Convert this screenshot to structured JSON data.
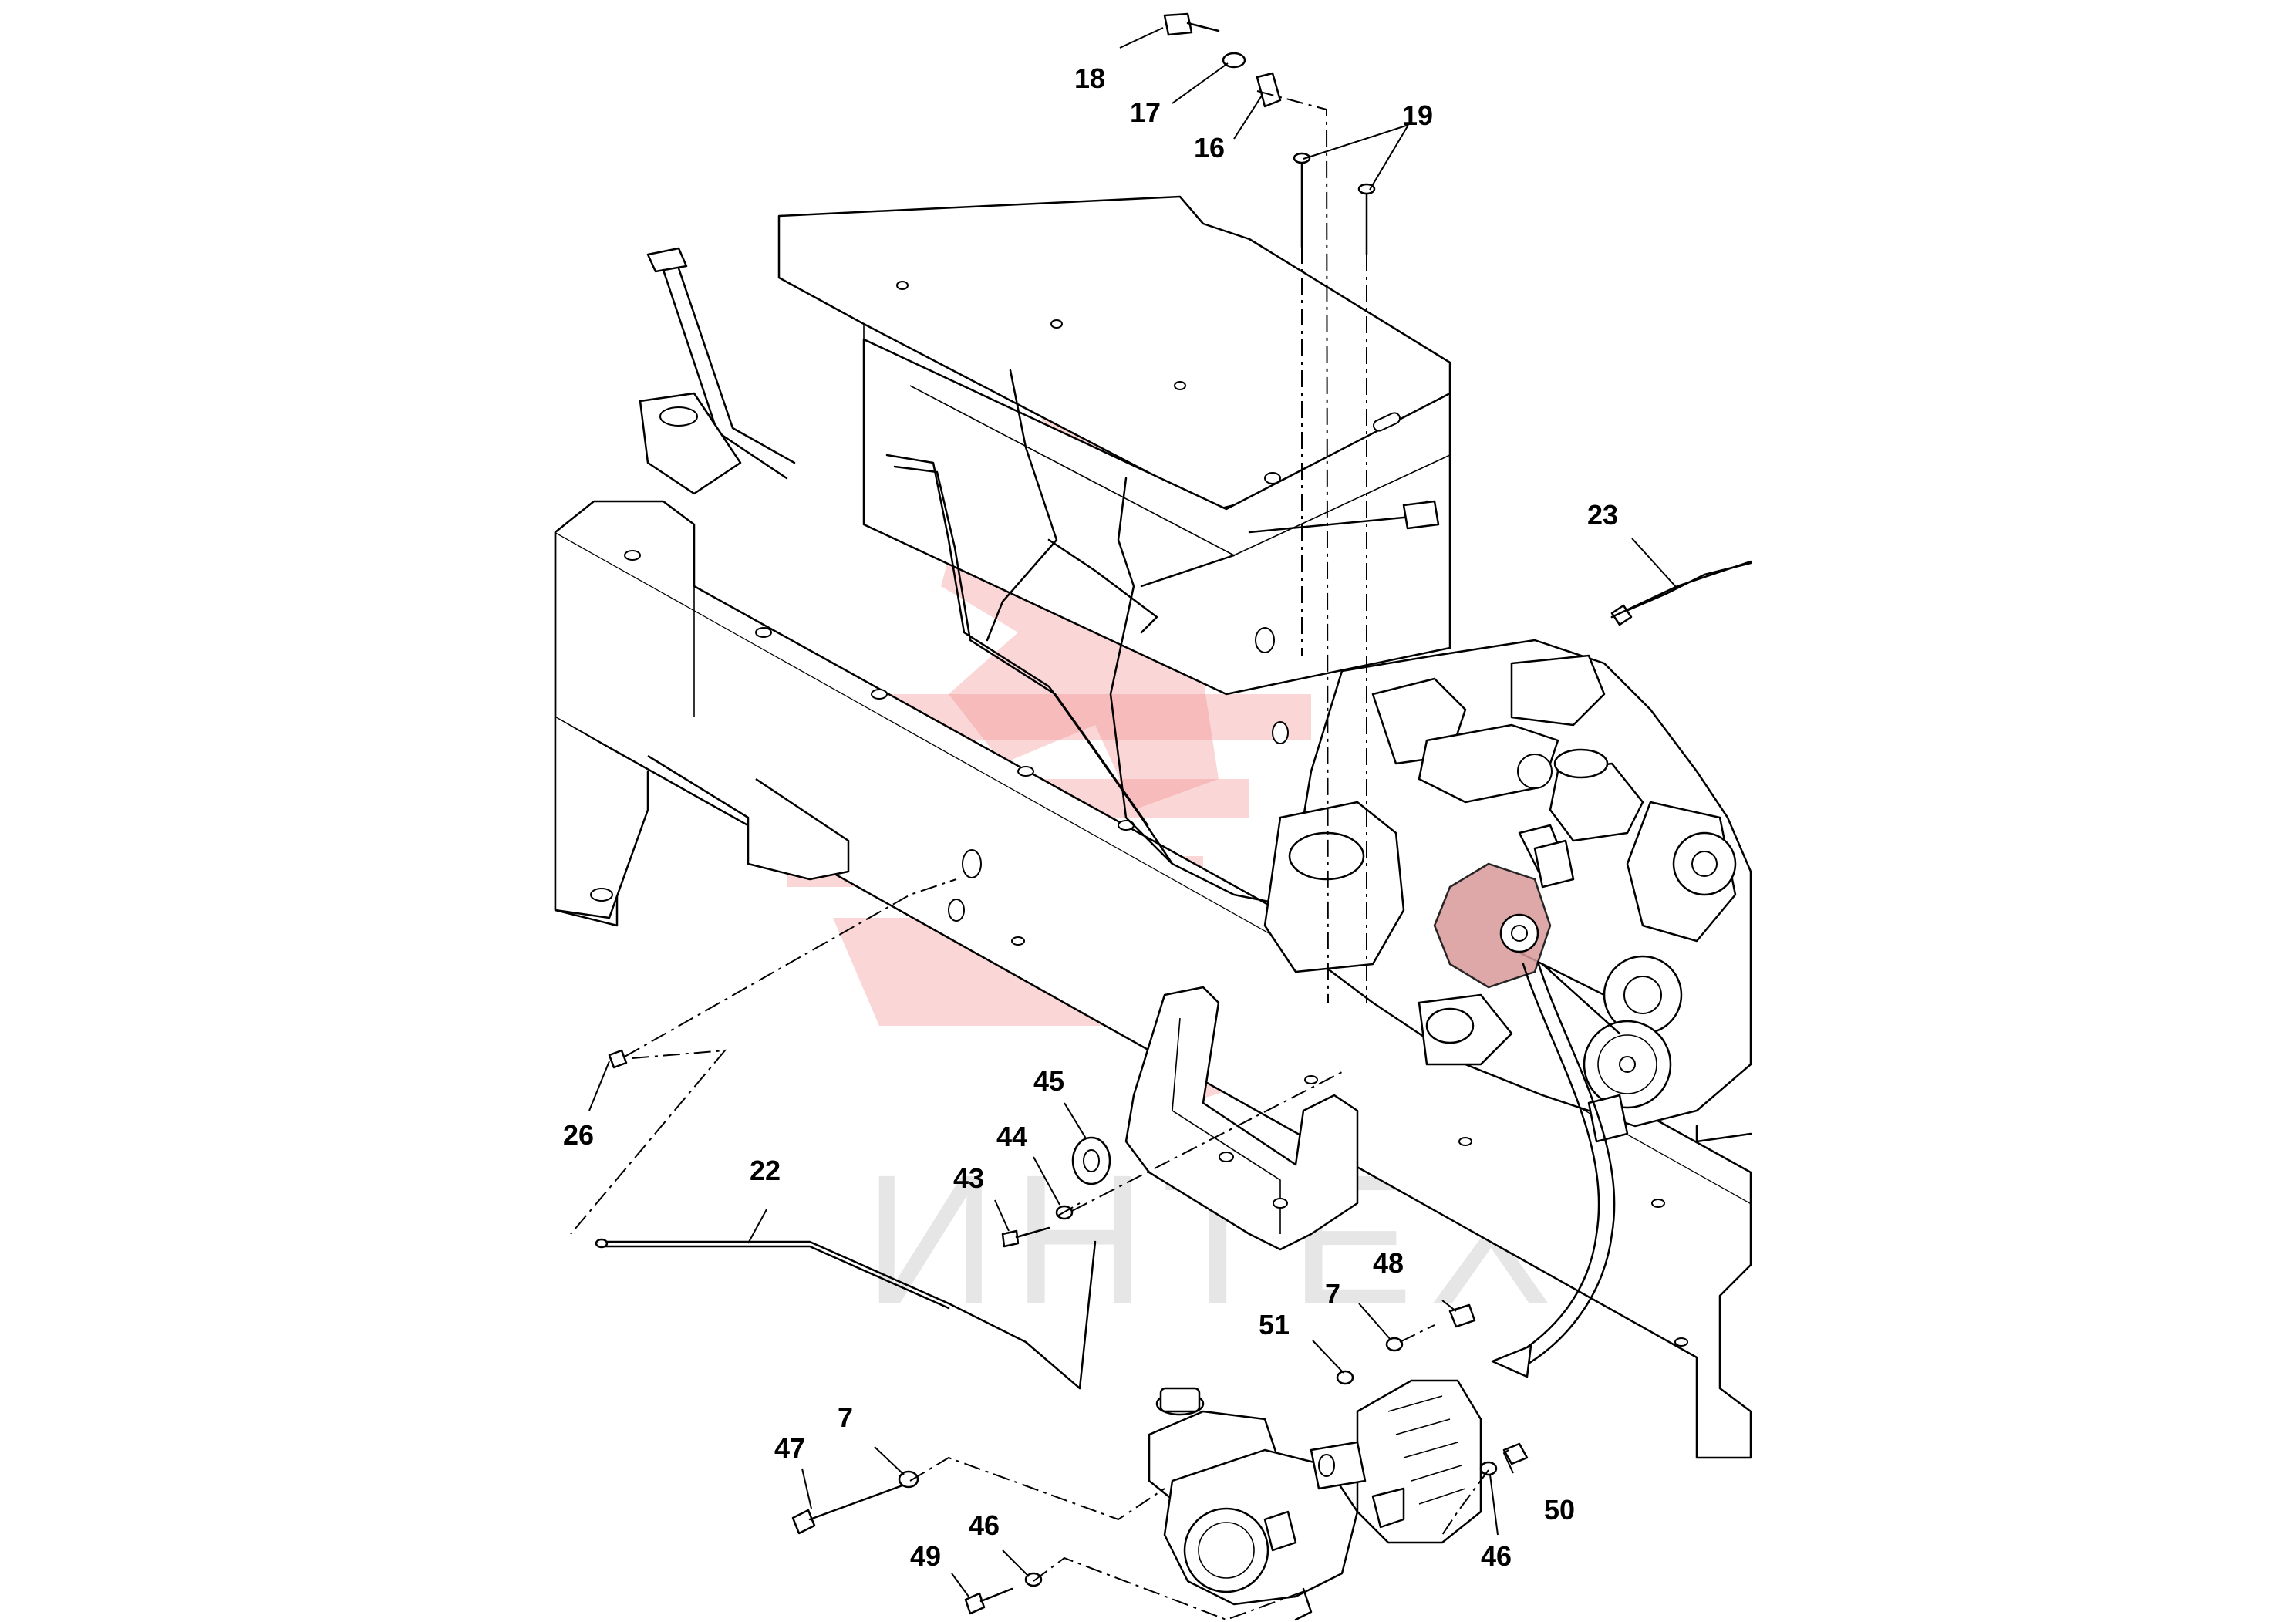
{
  "watermark": {
    "text": "ИНТЕХ",
    "color": "#f08a8a"
  },
  "callouts": {
    "c18": "18",
    "c17": "17",
    "c16": "16",
    "c19": "19",
    "c23": "23",
    "c26": "26",
    "c22": "22",
    "c45": "45",
    "c44": "44",
    "c43": "43",
    "c7a": "7",
    "c48": "48",
    "c51": "51",
    "c7b": "7",
    "c47": "47",
    "c46a": "46",
    "c49": "49",
    "c50": "50",
    "c46b": "46"
  }
}
